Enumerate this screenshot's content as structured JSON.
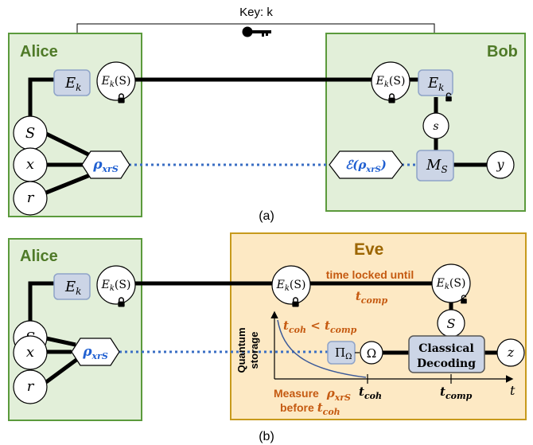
{
  "key_label": "Key: k",
  "panel_a": {
    "caption": "(a)",
    "alice": {
      "title": "Alice",
      "encoder": "E",
      "encoder_sub": "k",
      "encrypted": "E",
      "encrypted_sub": "k",
      "encrypted_arg": "(S)",
      "node_s": "S",
      "node_x": "x",
      "node_r": "r",
      "state": "ρ",
      "state_sub": "xrS"
    },
    "bob": {
      "title": "Bob",
      "encrypted": "E",
      "encrypted_sub": "k",
      "encrypted_arg": "(S)",
      "decoder": "E",
      "decoder_sub": "k",
      "node_s": "s",
      "channel": "ℰ(ρ",
      "channel_sub": "xrS",
      "channel_close": ")",
      "measure": "M",
      "measure_sub": "S",
      "output": "y"
    }
  },
  "panel_b": {
    "caption": "(b)",
    "alice": {
      "title": "Alice",
      "encoder": "E",
      "encoder_sub": "k",
      "encrypted": "E",
      "encrypted_sub": "k",
      "encrypted_arg": "(S)",
      "node_s": "S",
      "node_x": "x",
      "node_r": "r",
      "state": "ρ",
      "state_sub": "xrS"
    },
    "eve": {
      "title": "Eve",
      "encrypted_1": "E",
      "encrypted_1_sub": "k",
      "encrypted_1_arg": "(S)",
      "encrypted_2": "E",
      "encrypted_2_sub": "k",
      "encrypted_2_arg": "(S)",
      "time_locked_line1": "time locked until",
      "time_locked_t": "t",
      "time_locked_sub": "comp",
      "node_s": "S",
      "axis_label_line1": "Quantum",
      "axis_label_line2": "storage",
      "coh_t1": "t",
      "coh_sub1": "coh",
      "coh_lt": " < t",
      "coh_sub2": "comp",
      "projector": "Π",
      "projector_sub": "Ω",
      "omega": "Ω",
      "decoding_line1": "Classical",
      "decoding_line2": "Decoding",
      "output": "z",
      "tick_coh": "t",
      "tick_coh_sub": "coh",
      "tick_comp": "t",
      "tick_comp_sub": "comp",
      "time_axis": "t",
      "measure_line1": "Measure ",
      "measure_rho": "ρ",
      "measure_rho_sub": "xrS",
      "measure_line2": "before ",
      "measure_t": "t",
      "measure_t_sub": "coh"
    }
  },
  "colors": {
    "panel_green_fill": "#e2efd9",
    "panel_green_border": "#5b9a3c",
    "alice_title": "#4f7a28",
    "eve_fill": "#fde9c4",
    "eve_border": "#c79a1c",
    "eve_title": "#9c6500",
    "box_fill": "#ccd5e6",
    "box_border": "#8ea3c8",
    "blue": "#1f5fd1",
    "dotted": "#3b6fc4",
    "orange": "#c55a11",
    "curve": "#3c5a99"
  }
}
